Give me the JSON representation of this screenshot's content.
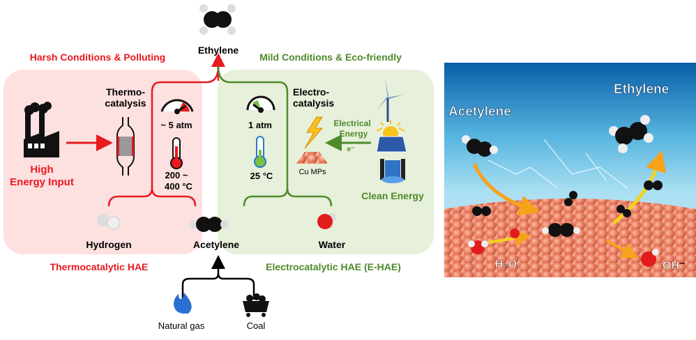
{
  "left": {
    "product": "Ethylene",
    "thermo_header": "Harsh Conditions & Polluting",
    "electro_header": "Mild Conditions & Eco-friendly",
    "thermo_label_1": "Thermo-",
    "thermo_label_2": "catalysis",
    "high_energy_1": "High",
    "high_energy_2": "Energy Input",
    "pressure_thermo": "~ 5 atm",
    "temp_thermo_1": "200 ~",
    "temp_thermo_2": "400 °C",
    "electro_label_1": "Electro-",
    "electro_label_2": "catalysis",
    "electrical_1": "Electrical",
    "electrical_2": "Energy",
    "electron": "e⁻",
    "cu": "Cu MPs",
    "pressure_electro": "1 atm",
    "temp_electro": "25 °C",
    "clean_energy": "Clean Energy",
    "hydrogen": "Hydrogen",
    "acetylene": "Acetylene",
    "water": "Water",
    "thermo_title": "Thermocatalytic HAE",
    "electro_title": "Electrocatalytic HAE (E-HAE)",
    "natural_gas": "Natural gas",
    "coal": "Coal"
  },
  "right": {
    "acetylene": "Acetylene",
    "ethylene": "Ethylene",
    "h2o": "H₂O",
    "oh": "OH⁻"
  },
  "colors": {
    "red": "#e8191f",
    "green": "#4e8a2a",
    "pink_bg": "#fde0e0",
    "green_bg": "#e6f0da"
  }
}
